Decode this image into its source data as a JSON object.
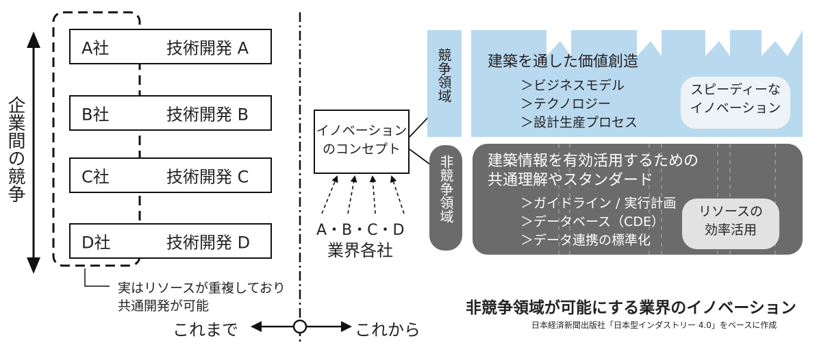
{
  "left": {
    "vertical_label": "企業間の競争",
    "companies": [
      {
        "company": "A社",
        "tech": "技術開発 A"
      },
      {
        "company": "B社",
        "tech": "技術開発 B"
      },
      {
        "company": "C社",
        "tech": "技術開発 C"
      },
      {
        "company": "D社",
        "tech": "技術開発 D"
      }
    ],
    "note_line1": "実はリソースが重複しており",
    "note_line2": "共通開発が可能"
  },
  "timeline": {
    "before": "これまで",
    "after": "これから"
  },
  "concept": {
    "line1": "イノベーション",
    "line2": "のコンセプト",
    "companies_label": "A・B・C・D",
    "industry_label": "業界各社"
  },
  "competitive": {
    "label": "競争領域",
    "title": "建築を通した価値創造",
    "items": [
      "＞ビジネスモデル",
      "＞テクノロジー",
      "＞設計生産プロセス"
    ],
    "pill_line1": "スピーディーな",
    "pill_line2": "イノベーション"
  },
  "non_competitive": {
    "label": "非競争領域",
    "title_line1": "建築情報を有効活用するための",
    "title_line2": "共通理解やスタンダード",
    "items": [
      "＞ガイドライン / 実行計画",
      "＞データベース（CDE）",
      "＞データ連携の標準化"
    ],
    "pill_line1": "リソースの",
    "pill_line2": "効率活用"
  },
  "caption": {
    "title": "非競争領域が可能にする業界のイノベーション",
    "source": "日本経済新聞出版社「日本型インダストリー 4.0」をベースに作成"
  },
  "colors": {
    "light_blue": "#b9d9ee",
    "dark_grey": "#6b6b6b",
    "black": "#111111"
  }
}
